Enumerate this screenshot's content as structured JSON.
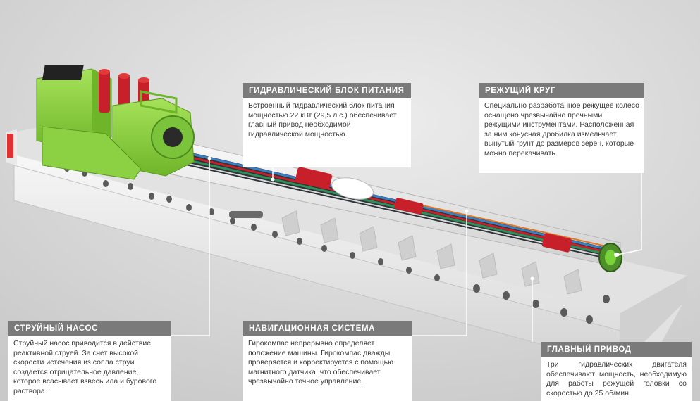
{
  "colors": {
    "background": "#dcdcdc",
    "header_bg": "#7a7a7a",
    "machine_green": "#86d43a",
    "frame_white": "#f2f2f2",
    "hydraulic_red": "#c8202a"
  },
  "callouts": {
    "hydraulic_power_unit": {
      "title": "ГИДРАВЛИЧЕСКИЙ БЛОК ПИТАНИЯ",
      "text": "Встроенный гидравлический блок питания мощностью 22 кВт (29,5 л.с.) обеспечивает главный привод необходимой гидравлической мощностью."
    },
    "cutting_wheel": {
      "title": "РЕЖУЩИЙ КРУГ",
      "text": "Специально разработанное режущее колесо оснащено чрезвычайно прочными режущими инструментами. Расположенная за ним конусная дробилка измельчает вынутый грунт до размеров зерен, которые можно перекачивать."
    },
    "jet_pump": {
      "title": "СТРУЙНЫЙ НАСОС",
      "text": "Струйный насос приводится в действие реактивной струей. За счет высокой скорости истечения из сопла струи создается отрицательное давление, которое всасывает взвесь ила и бурового раствора."
    },
    "navigation_system": {
      "title": "НАВИГАЦИОННАЯ СИСТЕМА",
      "text": "Гирокомпас непрерывно определяет положение машины. Гирокомпас дважды проверяется и корректируется с помощью магнитного датчика, что обеспечивает чрезвычайно точное управление."
    },
    "main_drive": {
      "title": "ГЛАВНЫЙ ПРИВОД",
      "text": "Три гидравлических двигателя обеспечивают мощность, необходимую для работы режущей головки со скоростью до 25 об/мин."
    }
  }
}
